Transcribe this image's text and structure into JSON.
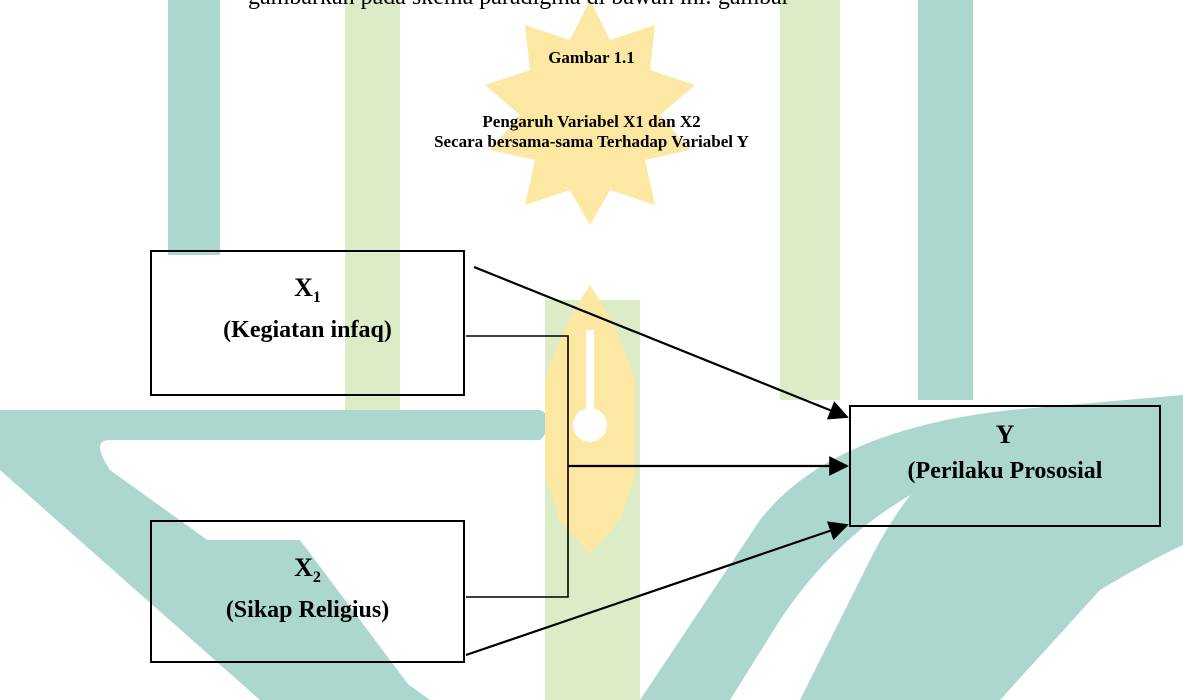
{
  "header_fragment": "gambarkan pada skema paradigma di bawah ini: gambar",
  "figure": {
    "label": "Gambar  1.1",
    "title_line1": "Pengaruh Variabel X1 dan X2",
    "title_line2": "Secara bersama-sama Terhadap Variabel Y"
  },
  "nodes": {
    "x1": {
      "symbol": "X",
      "sub": "1",
      "label": "(Kegiatan infaq)"
    },
    "x2": {
      "symbol": "X",
      "sub": "2",
      "label": "(Sikap Religius)"
    },
    "y": {
      "symbol": "Y",
      "label": "(Perilaku Prososial"
    }
  },
  "edges": [
    {
      "from": "x1",
      "to": "y"
    },
    {
      "from": "x1+x2",
      "to": "y"
    },
    {
      "from": "x2",
      "to": "y"
    }
  ],
  "colors": {
    "watermark_teal": "#abd7cf",
    "watermark_green": "#dbecc6",
    "watermark_gold": "#fce7a3"
  }
}
